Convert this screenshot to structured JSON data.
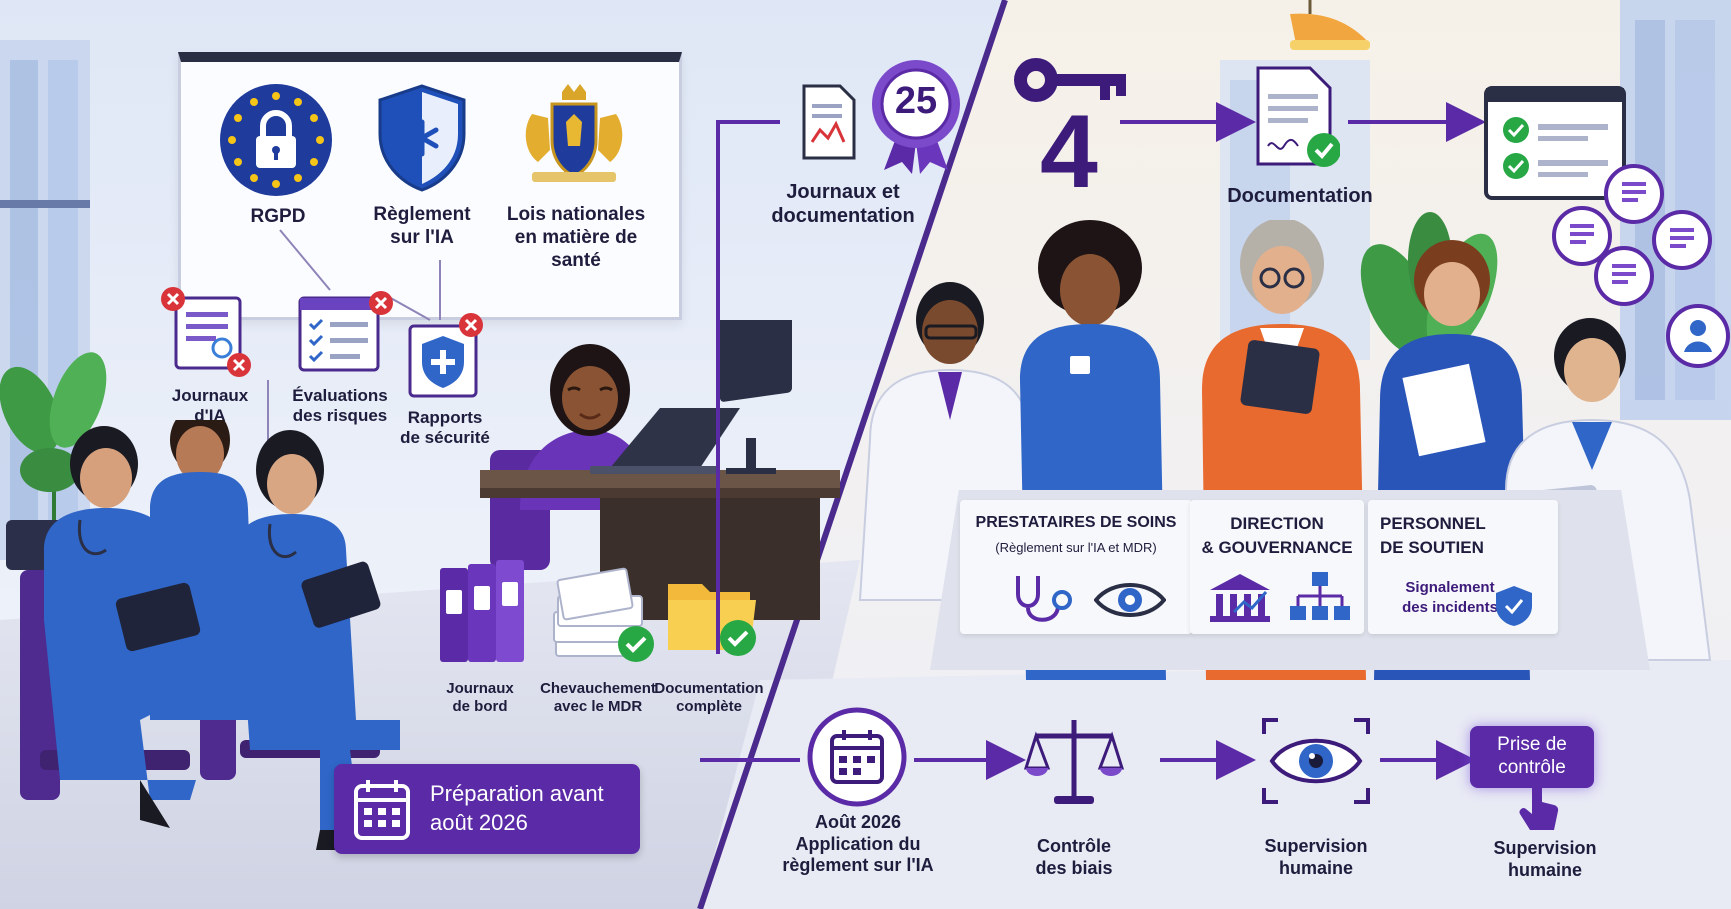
{
  "left": {
    "board_items": [
      {
        "label_lines": [
          "RGPD"
        ]
      },
      {
        "label_lines": [
          "Règlement",
          "sur l'IA"
        ]
      },
      {
        "label_lines": [
          "Lois nationales",
          "en matière de santé"
        ]
      }
    ],
    "risk_items": [
      {
        "label_lines": [
          "Journaux",
          "d'IA"
        ]
      },
      {
        "label_lines": [
          "Évaluations",
          "des risques"
        ]
      },
      {
        "label_lines": [
          "Rapports",
          "de sécurité"
        ]
      }
    ],
    "doc_items": [
      {
        "label_lines": [
          "Journaux",
          "de bord"
        ]
      },
      {
        "label_lines": [
          "Chevauchement",
          "avec le MDR"
        ]
      },
      {
        "label_lines": [
          "Documentation",
          "complète"
        ]
      }
    ],
    "prep_banner": {
      "line1": "Préparation avant",
      "line2": "août 2026"
    },
    "logs": {
      "label_lines": [
        "Journaux et",
        "documentation"
      ]
    },
    "badge_number": "25"
  },
  "right": {
    "key_number": "4",
    "documentation_label": "Documentation",
    "table_panels": [
      {
        "title": "PRESTATAIRES DE SOINS",
        "subtitle": "(Règlement sur l'IA et MDR)"
      },
      {
        "title": "DIRECTION",
        "subtitle": "& GOUVERNANCE"
      },
      {
        "title": "PERSONNEL",
        "subtitle": "DE SOUTIEN",
        "detail_lines": [
          "Signalement",
          "des incidents"
        ]
      }
    ],
    "timeline": [
      {
        "label_lines": [
          "Août 2026",
          "Application du",
          "règlement sur l'IA"
        ]
      },
      {
        "label_lines": [
          "Contrôle",
          "des biais"
        ]
      },
      {
        "label_lines": [
          "Supervision",
          "humaine"
        ]
      },
      {
        "label_lines": [
          "Supervision",
          "humaine"
        ]
      }
    ],
    "takeover_button": {
      "line1": "Prise de",
      "line2": "contrôle"
    }
  },
  "colors": {
    "accent": "#5b2aa6",
    "accent_dark": "#3c1b7a",
    "eu_blue": "#1f3c9c",
    "scrubs": "#2f66c8",
    "check_green": "#27a844",
    "alert_red": "#d8343a"
  }
}
